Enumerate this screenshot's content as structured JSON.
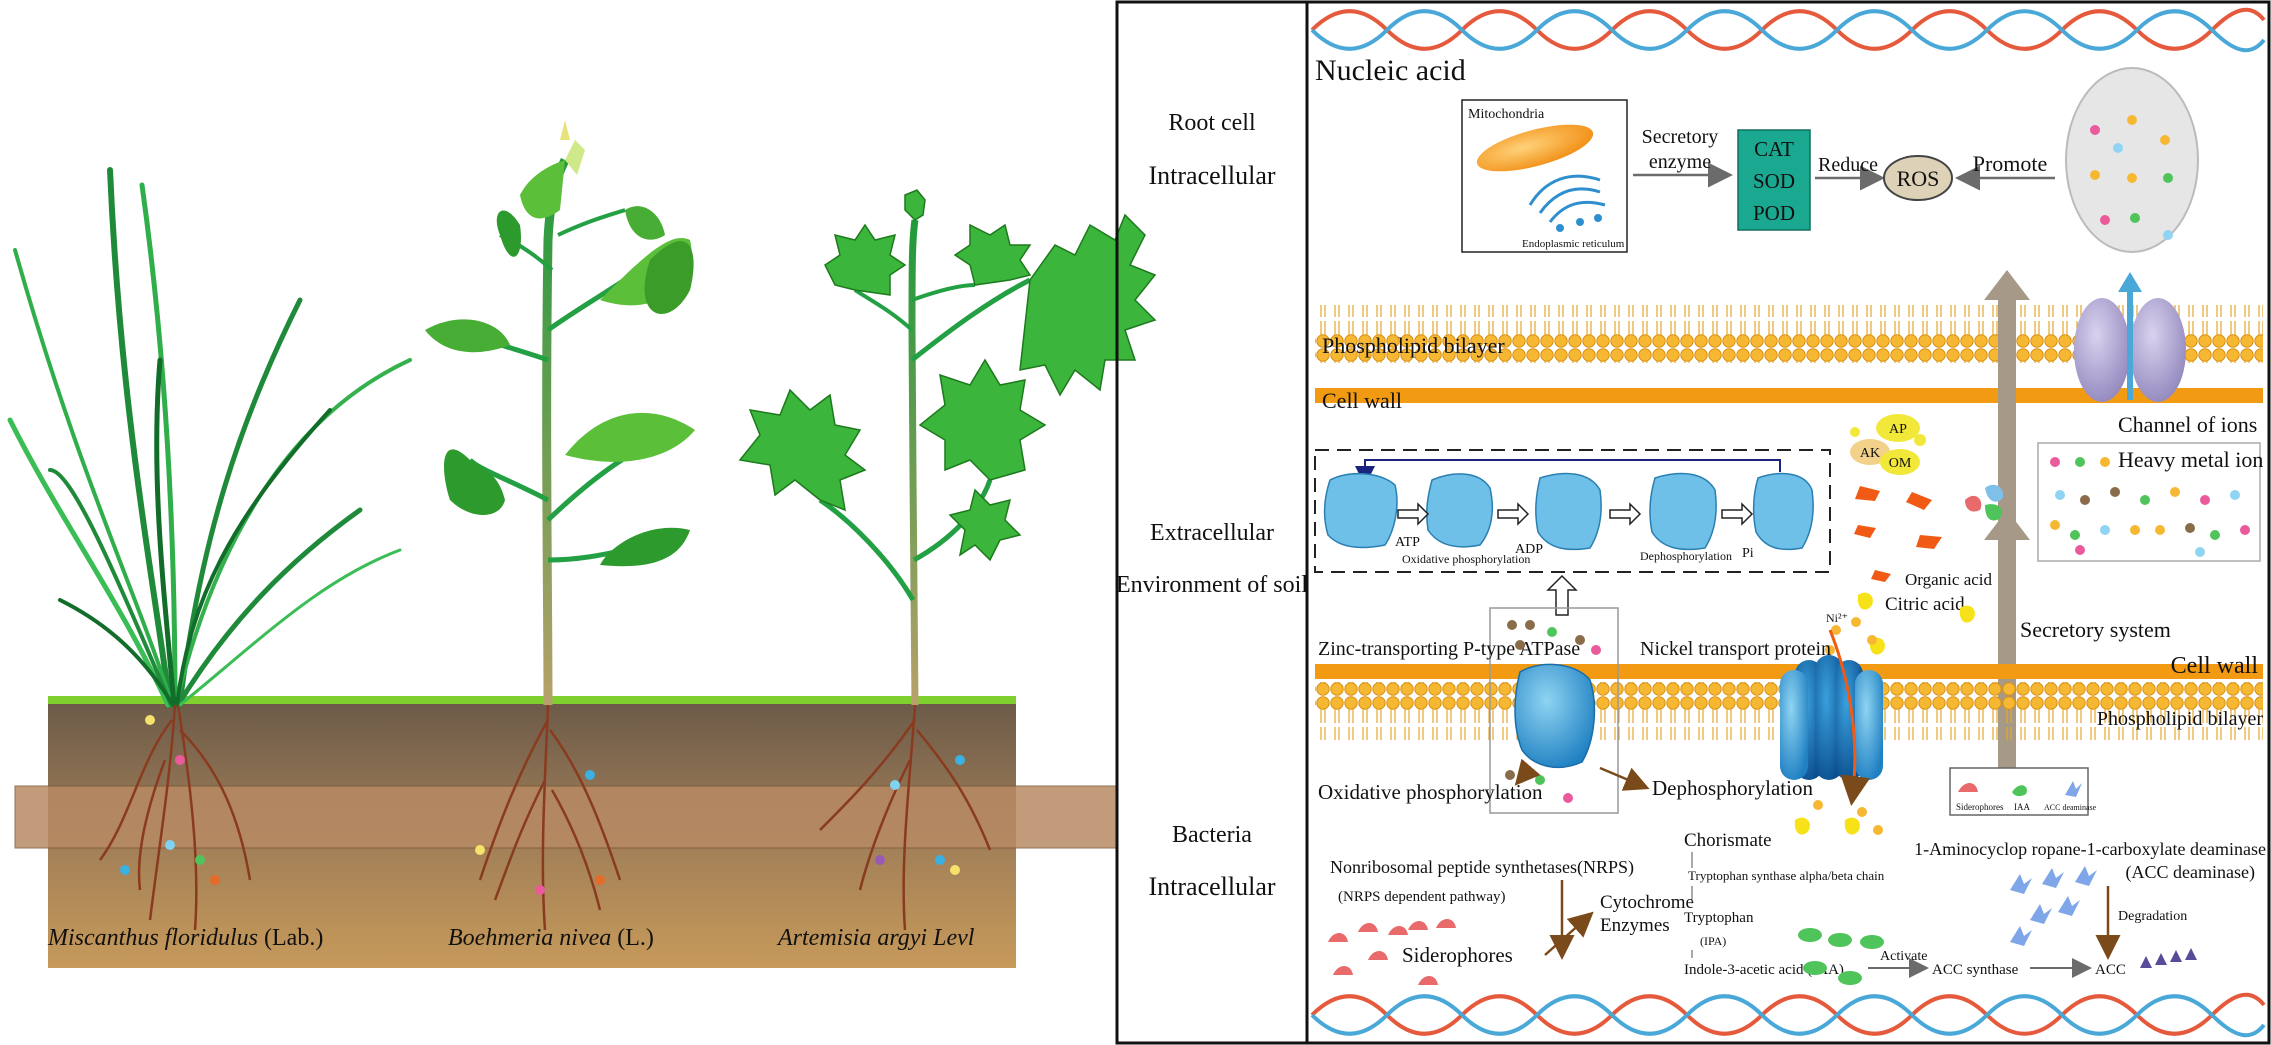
{
  "plants": {
    "p1": {
      "name": "Miscanthus floridulus",
      "auth": " (Lab.)"
    },
    "p2": {
      "name": "Boehmeria nivea",
      "auth": " (L.)"
    },
    "p3": {
      "name": "Artemisia argyi Levl",
      "auth": ""
    }
  },
  "regions": {
    "root_cell": "Root cell",
    "intracellular_top": "Intracellular",
    "extracellular": "Extracellular",
    "environment_of_soil": "Environment of soil",
    "bacteria": "Bacteria",
    "intracellular_bottom": "Intracellular"
  },
  "top": {
    "nucleic_acid": "Nucleic acid",
    "mitochondria": "Mitochondria",
    "endoplasmic_reticulum": "Endoplasmic reticulum",
    "secretory_enzyme_line1": "Secretory",
    "secretory_enzyme_line2": "enzyme",
    "enzymes": [
      "CAT",
      "SOD",
      "POD"
    ],
    "reduce": "Reduce",
    "ros": "ROS",
    "promote": "Promote",
    "phospholipid_bilayer": "Phospholipid bilayer",
    "cell_wall": "Cell wall",
    "channel_of_ions": "Channel of ions",
    "heavy_metal_ion": "Heavy metal ion"
  },
  "middle": {
    "ap": "AP",
    "ak": "AK",
    "om": "OM",
    "atp": "ATP",
    "adp": "ADP",
    "pi": "Pi",
    "oxidative_phosphorylation": "Oxidative phosphorylation",
    "dephosphorylation": "Dephosphorylation",
    "organic_acid": "Organic acid",
    "citric_acid": "Citric acid",
    "ni": "Ni²⁺",
    "secretory_system": "Secretory system"
  },
  "bottom": {
    "zinc_atpase": "Zinc-transporting P-type ATPase",
    "nickel_transport": "Nickel transport protein",
    "cell_wall": "Cell wall",
    "phospholipid_bilayer": "Phospholipid bilayer",
    "oxidative_phosphorylation": "Oxidative phosphorylation",
    "dephosphorylation": "Dephosphorylation",
    "legend_siderophores": "Siderophores",
    "legend_iaa": "IAA",
    "legend_acc": "ACC deaminase",
    "nrps": "Nonribosomal peptide synthetases(NRPS)",
    "nrps_pathway": "(NRPS dependent pathway)",
    "siderophores": "Siderophores",
    "cytochrome_line1": "Cytochrome",
    "cytochrome_line2": "Enzymes",
    "chorismate": "Chorismate",
    "trp_synthase": "Tryptophan synthase alpha/beta chain",
    "tryptophan": "Tryptophan",
    "ipa": "(IPA)",
    "iaa": "Indole-3-acetic acid (IAA)",
    "activate": "Activate",
    "acc_synthase": "ACC synthase",
    "acc": "ACC",
    "acc_deaminase_line1": "1-Aminocyclop ropane-1-carboxylate deaminase",
    "acc_deaminase_line2": "(ACC deaminase)",
    "degradation": "Degradation"
  }
}
